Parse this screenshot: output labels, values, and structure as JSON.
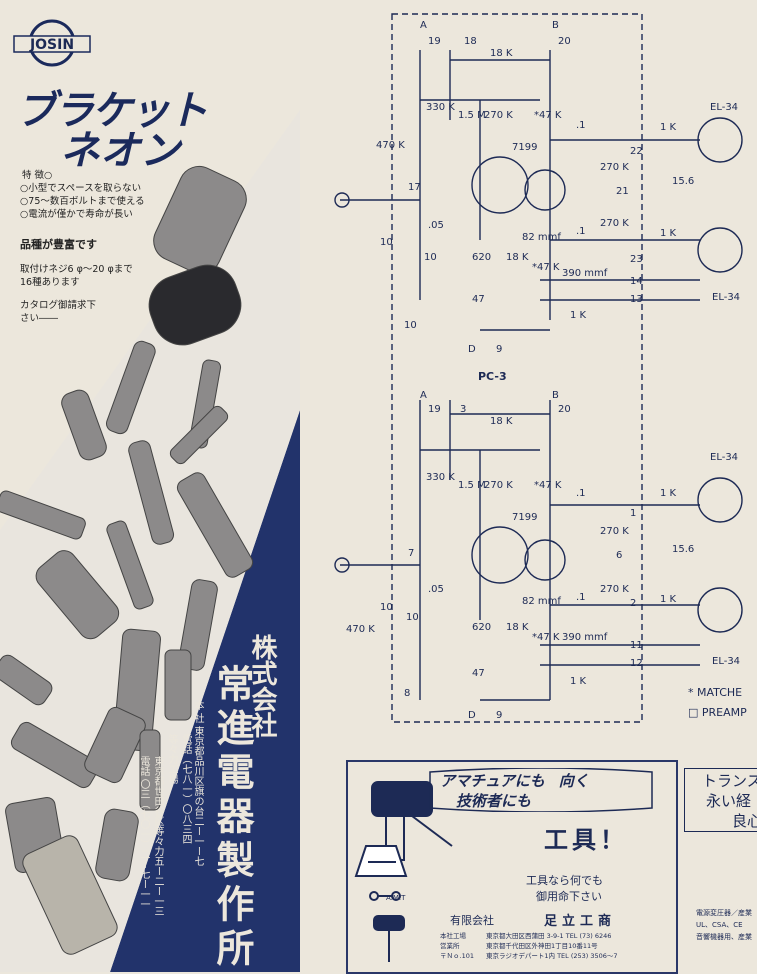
{
  "left_ad": {
    "logo_text": "JOSIN",
    "headline_1": "ブラケット",
    "headline_2": "ネオン",
    "features_title": "特 徴○",
    "features": [
      "○小型でスペースを取らない",
      "○75～数百ボルトまで使える",
      "○電流が僅かで寿命が長い"
    ],
    "variety": "品種が豊富です",
    "mount_1": "取付けネジ6 φ～20 φまで",
    "mount_2": "16種あります",
    "catalog_1": "カタログ御請求下",
    "catalog_2": "さい――",
    "company_type": "株式会社",
    "company_name": "常進電器製作所",
    "address_lines": [
      "本 社 東京都品川区旗の台二ー一ー七",
      "電話（七八一）〇八三四",
      "等々力工場",
      "東京都世田谷区等々力五ー二ー一三",
      "電話 〇三（七〇一）二ー七ー一一"
    ]
  },
  "schematic": {
    "top": {
      "nodes": [
        "A",
        "19",
        "18",
        "B",
        "20",
        "17",
        "10",
        "22",
        "21",
        "23",
        "14",
        "13",
        "D",
        "9"
      ],
      "resistors": [
        "18 K",
        "330 K",
        "1.5 M",
        "270 K",
        "*47 K",
        "470 K",
        "10",
        "10",
        "620",
        "18 K",
        "*47 K",
        "47",
        "1 K",
        "1 K",
        "1 K",
        "270 K",
        "270 K",
        "15.6"
      ],
      "caps": [
        ".1",
        ".1",
        ".05",
        "82 mmf",
        "390 mmf"
      ],
      "tube": "7199",
      "tubes_out": [
        "EL-34",
        "EL-34"
      ],
      "label": "PC-3"
    },
    "bottom": {
      "nodes": [
        "A",
        "19",
        "3",
        "B",
        "20",
        "7",
        "8",
        "1",
        "6",
        "2",
        "11",
        "12",
        "D",
        "9"
      ],
      "resistors": [
        "18 K",
        "330 K",
        "1.5 M",
        "270 K",
        "*47 K",
        "470 K",
        "10",
        "10",
        "620",
        "18 K",
        "*47 K",
        "47",
        "1 K",
        "1 K",
        "1 K",
        "270 K",
        "270 K",
        "15.6"
      ],
      "caps": [
        ".1",
        ".1",
        ".05",
        "82 mmf",
        "390 mmf"
      ],
      "tube": "7199",
      "tubes_out": [
        "EL-34",
        "EL-34"
      ]
    },
    "legend_1": "* MATCHE",
    "legend_2": "□ PREAMP"
  },
  "tool_ad": {
    "banner_1": "アマチュアにも",
    "banner_1b": "向く",
    "banner_2": "技術者にも",
    "big": "工具！",
    "sub_1": "工具なら何でも",
    "sub_2": "御用命下さい",
    "amt": "A.M.T",
    "shop_type": "有限会社",
    "shop_name": "足立工商",
    "shop_left": [
      "本社工場",
      "営業所",
      "〒Ｎｏ.101"
    ],
    "shop_right": [
      "東京都大田区西蒲田 3-9-1  TEL (73) 6246",
      "東京都千代田区外神田1丁目10番11号",
      "東京ラジオデパート1内  TEL (253) 3506～7"
    ]
  },
  "right_ad": {
    "line_1": "トランス",
    "line_2": "永い経",
    "line_3": "良心",
    "small": [
      "電源変圧器／産業",
      "UL、CSA、CE",
      "音響機器用、産業"
    ]
  }
}
